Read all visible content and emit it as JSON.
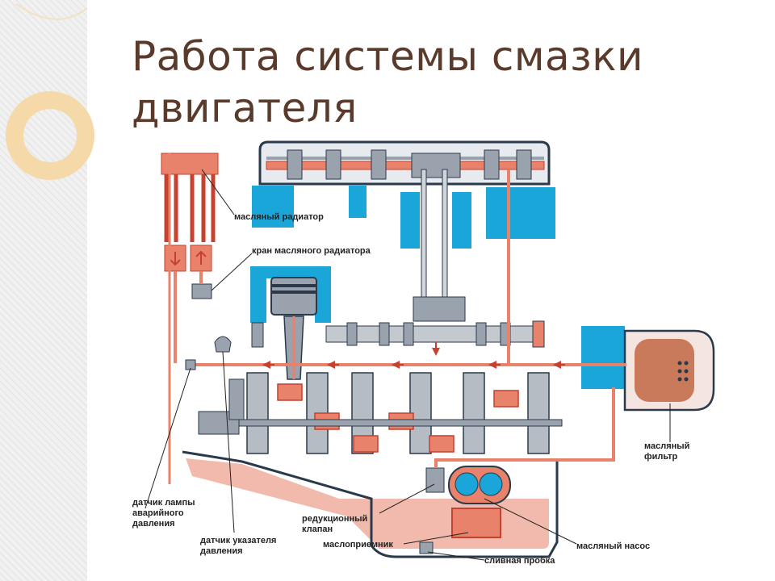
{
  "slide": {
    "title_line1": "Работа системы смазки",
    "title_line2": "двигателя"
  },
  "labels": {
    "oil_radiator": "масляный радиатор",
    "radiator_valve": "кран масляного радиатора",
    "oil_filter_line1": "масляный",
    "oil_filter_line2": "фильтр",
    "warning_sensor_line1": "датчик лампы",
    "warning_sensor_line2": "аварийного",
    "warning_sensor_line3": "давления",
    "pressure_relief_line1": "редукционный",
    "pressure_relief_line2": "клапан",
    "oil_pump": "масляный насос",
    "gauge_sensor_line1": "датчик указателя",
    "gauge_sensor_line2": "давления",
    "oil_intake": "маслоприемник",
    "drain_plug": "сливная пробка"
  },
  "colors": {
    "oil": "#e8826a",
    "oil_dark": "#c4422f",
    "metal": "#9aa3ad",
    "coolant": "#1aa6d9",
    "title": "#5a3a2b",
    "deco_circle": "#f5d9a8"
  },
  "icons": [
    "arrow-icon",
    "gear-icon"
  ]
}
